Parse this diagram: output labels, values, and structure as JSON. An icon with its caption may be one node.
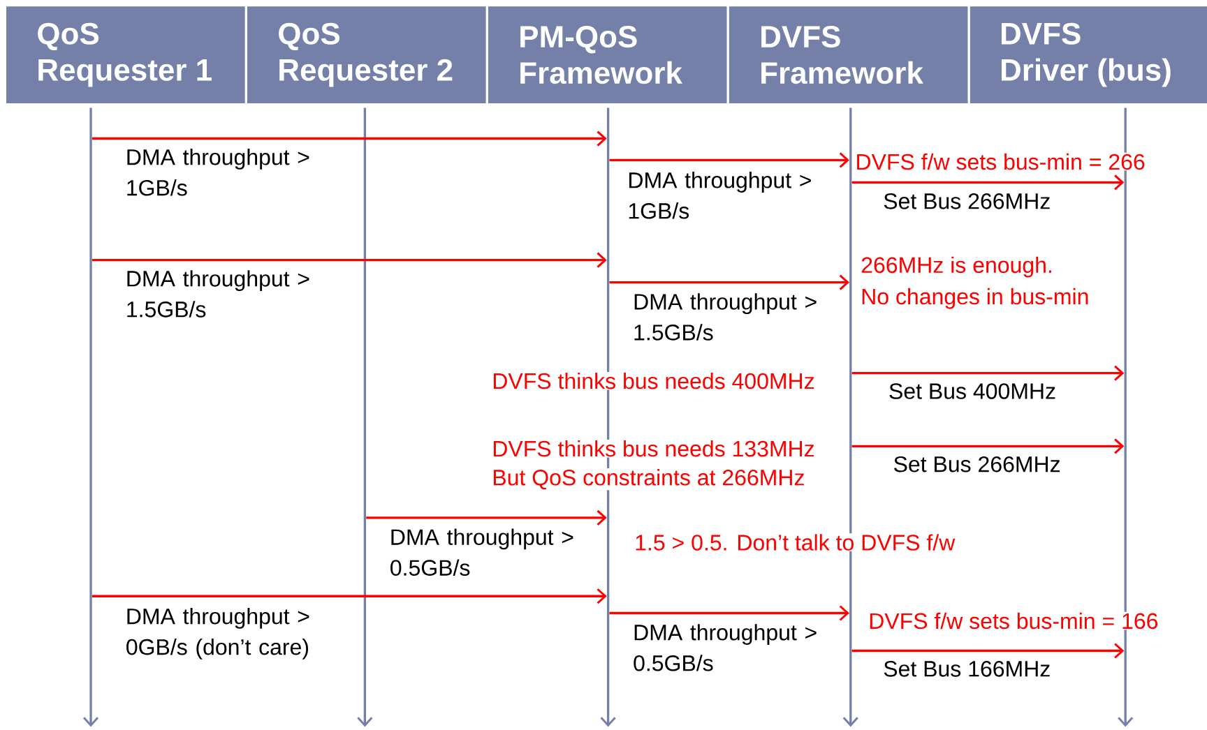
{
  "diagram": {
    "nodes": [
      {
        "text": [
          "QoS Requester 1"
        ]
      },
      {
        "text": [
          "QoS Requester 2"
        ]
      },
      {
        "text": [
          "PM-QoS Framework"
        ]
      },
      {
        "text": [
          "DVFS Framework"
        ]
      },
      {
        "text": [
          "DVFS Driver (bus)"
        ]
      },
      {
        "text": [],
        "shape": "bar"
      },
      {
        "text": [],
        "shape": "bar"
      },
      {
        "text": [],
        "shape": "bar"
      },
      {
        "text": [],
        "shape": "bar"
      },
      {
        "text": [],
        "shape": "bar"
      }
    ],
    "edges": [
      {
        "from": 5,
        "to": 7,
        "arrow": "to",
        "label": "DMA throughput > 1GB/s"
      },
      {
        "from": 7,
        "to": 8,
        "arrow": "to",
        "label": "DMA throughput > 1GB/s"
      },
      {
        "from": 8,
        "to": 9,
        "arrow": "to",
        "label": "Set Bus 266MHz"
      },
      {
        "from": 5,
        "to": 7,
        "arrow": "to",
        "label": "DMA throughput > 1.5GB/s"
      },
      {
        "from": 7,
        "to": 8,
        "arrow": "to",
        "label": "DMA throughput > 1.5GB/s"
      },
      {
        "from": 8,
        "to": 9,
        "arrow": "to",
        "label": "Set Bus 400MHz"
      },
      {
        "from": 8,
        "to": 9,
        "arrow": "to",
        "label": "Set Bus 266MHz"
      },
      {
        "from": 6,
        "to": 7,
        "arrow": "to",
        "label": "DMA throughput > 0.5GB/s"
      },
      {
        "from": 5,
        "to": 7,
        "arrow": "to",
        "label": "DMA throughput > 0GB/s (don’t care)"
      },
      {
        "from": 7,
        "to": 8,
        "arrow": "to",
        "label": "DMA throughput > 0.5GB/s"
      },
      {
        "from": 8,
        "to": 9,
        "arrow": "to",
        "label": "Set Bus 166MHz"
      }
    ],
    "labels": [
      "DVFS f/w sets bus-min = 266",
      "266MHz is enough.",
      "No changes in bus-min",
      "DVFS thinks bus needs 400MHz",
      "DVFS thinks bus needs 133MHz",
      "But QoS constraints at 266MHz",
      "1.5 > 0.5. Don’t talk to DVFS f/w",
      "DVFS f/w sets bus-min = 166"
    ]
  }
}
